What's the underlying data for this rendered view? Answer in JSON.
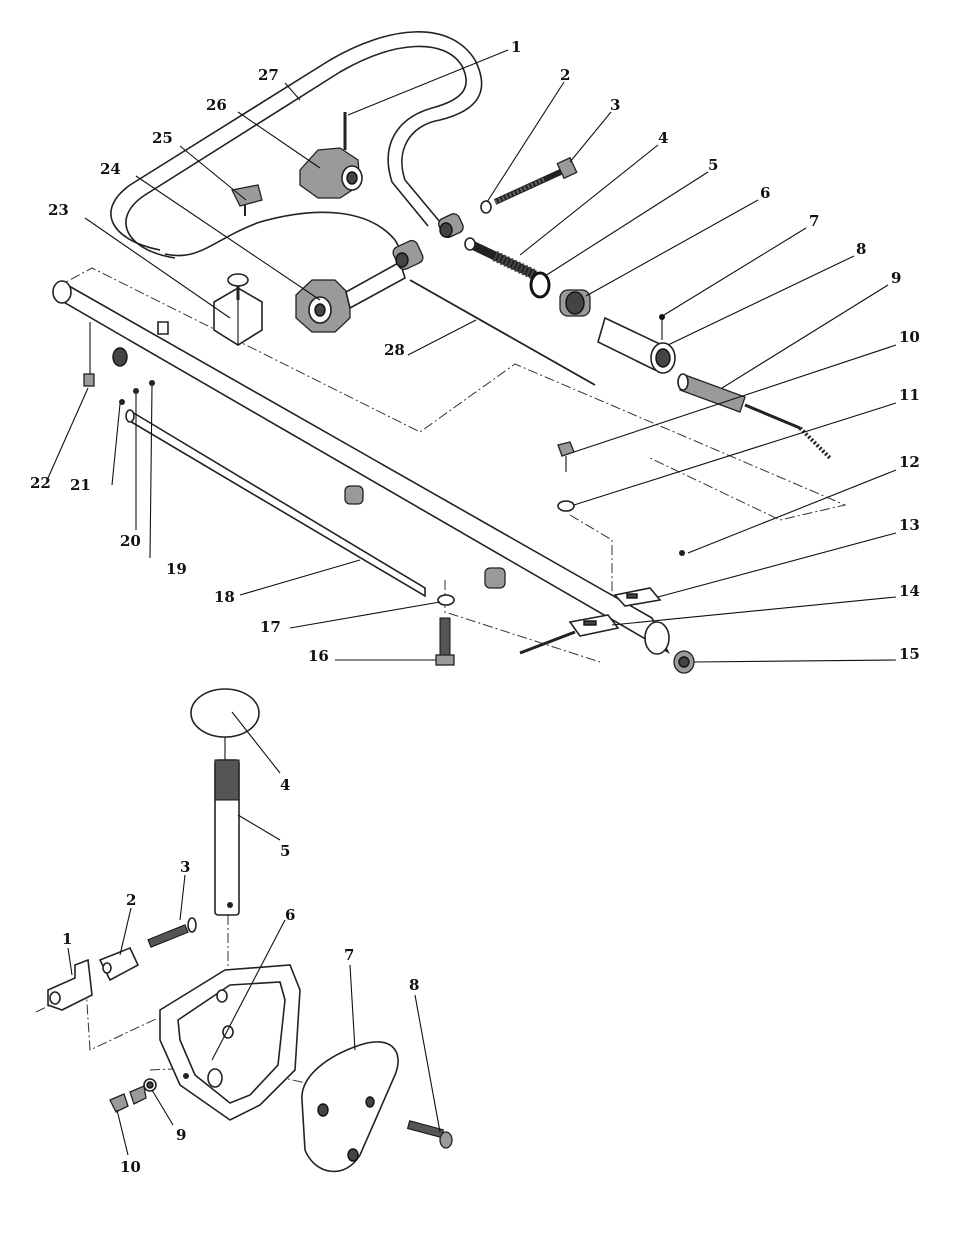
{
  "callouts_top": [
    "1",
    "2",
    "3",
    "4",
    "5",
    "6",
    "7",
    "8",
    "9",
    "10",
    "11",
    "12",
    "13",
    "14",
    "15",
    "16",
    "17",
    "18",
    "19",
    "20",
    "21",
    "22",
    "23",
    "24",
    "25",
    "26",
    "27",
    "28"
  ],
  "callouts_bottom": [
    "1",
    "2",
    "3",
    "4",
    "5",
    "6",
    "7",
    "8",
    "9",
    "10"
  ]
}
